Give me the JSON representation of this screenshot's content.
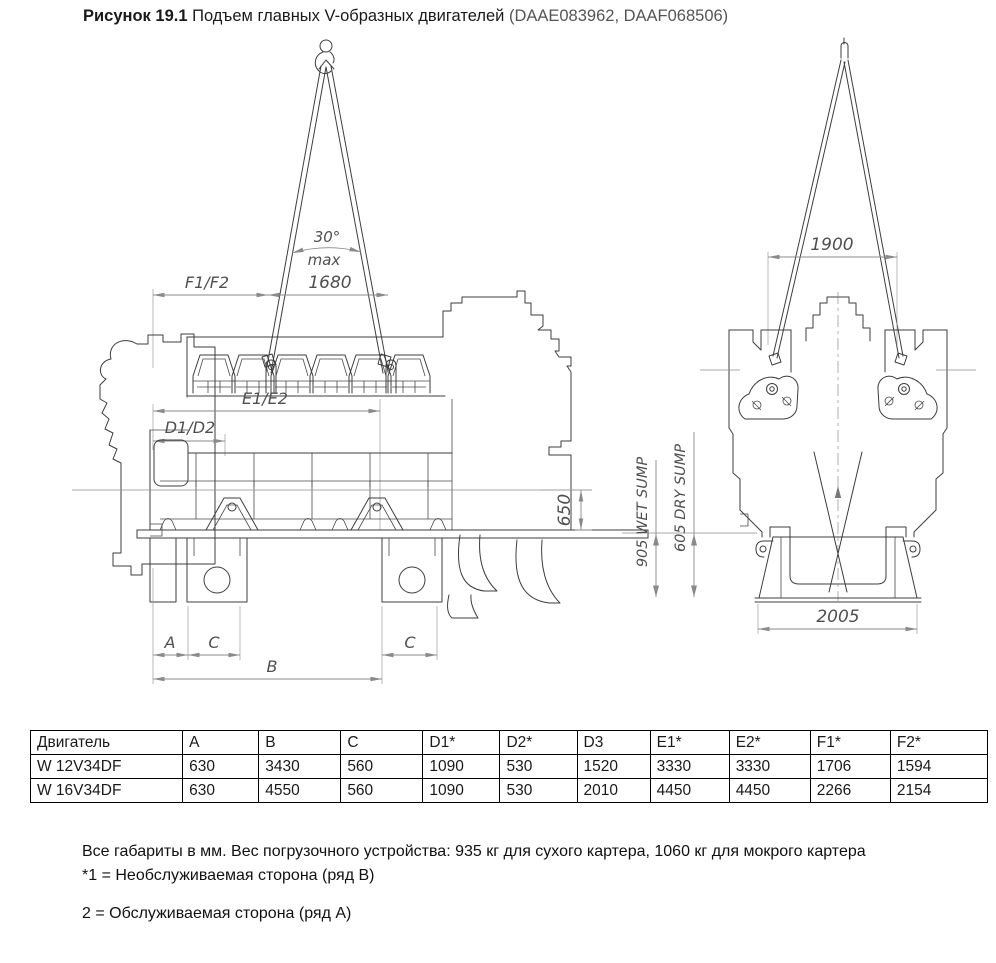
{
  "title": {
    "label": "Рисунок 19.1",
    "text": "Подъем главных V-образных двигателей",
    "refs": "(DAAE083962, DAAF068506)"
  },
  "side_view": {
    "angle": "30°",
    "angle_max": "max",
    "dim_f": "F1/F2",
    "dim_top": "1680",
    "dim_e": "E1/E2",
    "dim_d": "D1/D2",
    "dim_height": "650",
    "dim_a": "A",
    "dim_c1": "C",
    "dim_c2": "C",
    "dim_b": "B"
  },
  "end_view": {
    "dim_top": "1900",
    "dim_base": "2005",
    "dim_wet": "905 WET SUMP",
    "dim_dry": "605 DRY SUMP"
  },
  "table": {
    "headers": [
      "Двигатель",
      "A",
      "B",
      "C",
      "D1*",
      "D2*",
      "D3",
      "E1*",
      "E2*",
      "F1*",
      "F2*"
    ],
    "rows": [
      [
        "W 12V34DF",
        "630",
        "3430",
        "560",
        "1090",
        "530",
        "1520",
        "3330",
        "3330",
        "1706",
        "1594"
      ],
      [
        "W 16V34DF",
        "630",
        "4550",
        "560",
        "1090",
        "530",
        "2010",
        "4450",
        "4450",
        "2266",
        "2154"
      ]
    ]
  },
  "notes": {
    "dimensions": "Все габариты в мм. Вес погрузочного устройства: 935 кг для сухого картера, 1060 кг для мокрого картера",
    "note1": "*1 = Необслуживаемая сторона (ряд B)",
    "note2": "2 = Обслуживаемая сторона (ряд A)"
  }
}
